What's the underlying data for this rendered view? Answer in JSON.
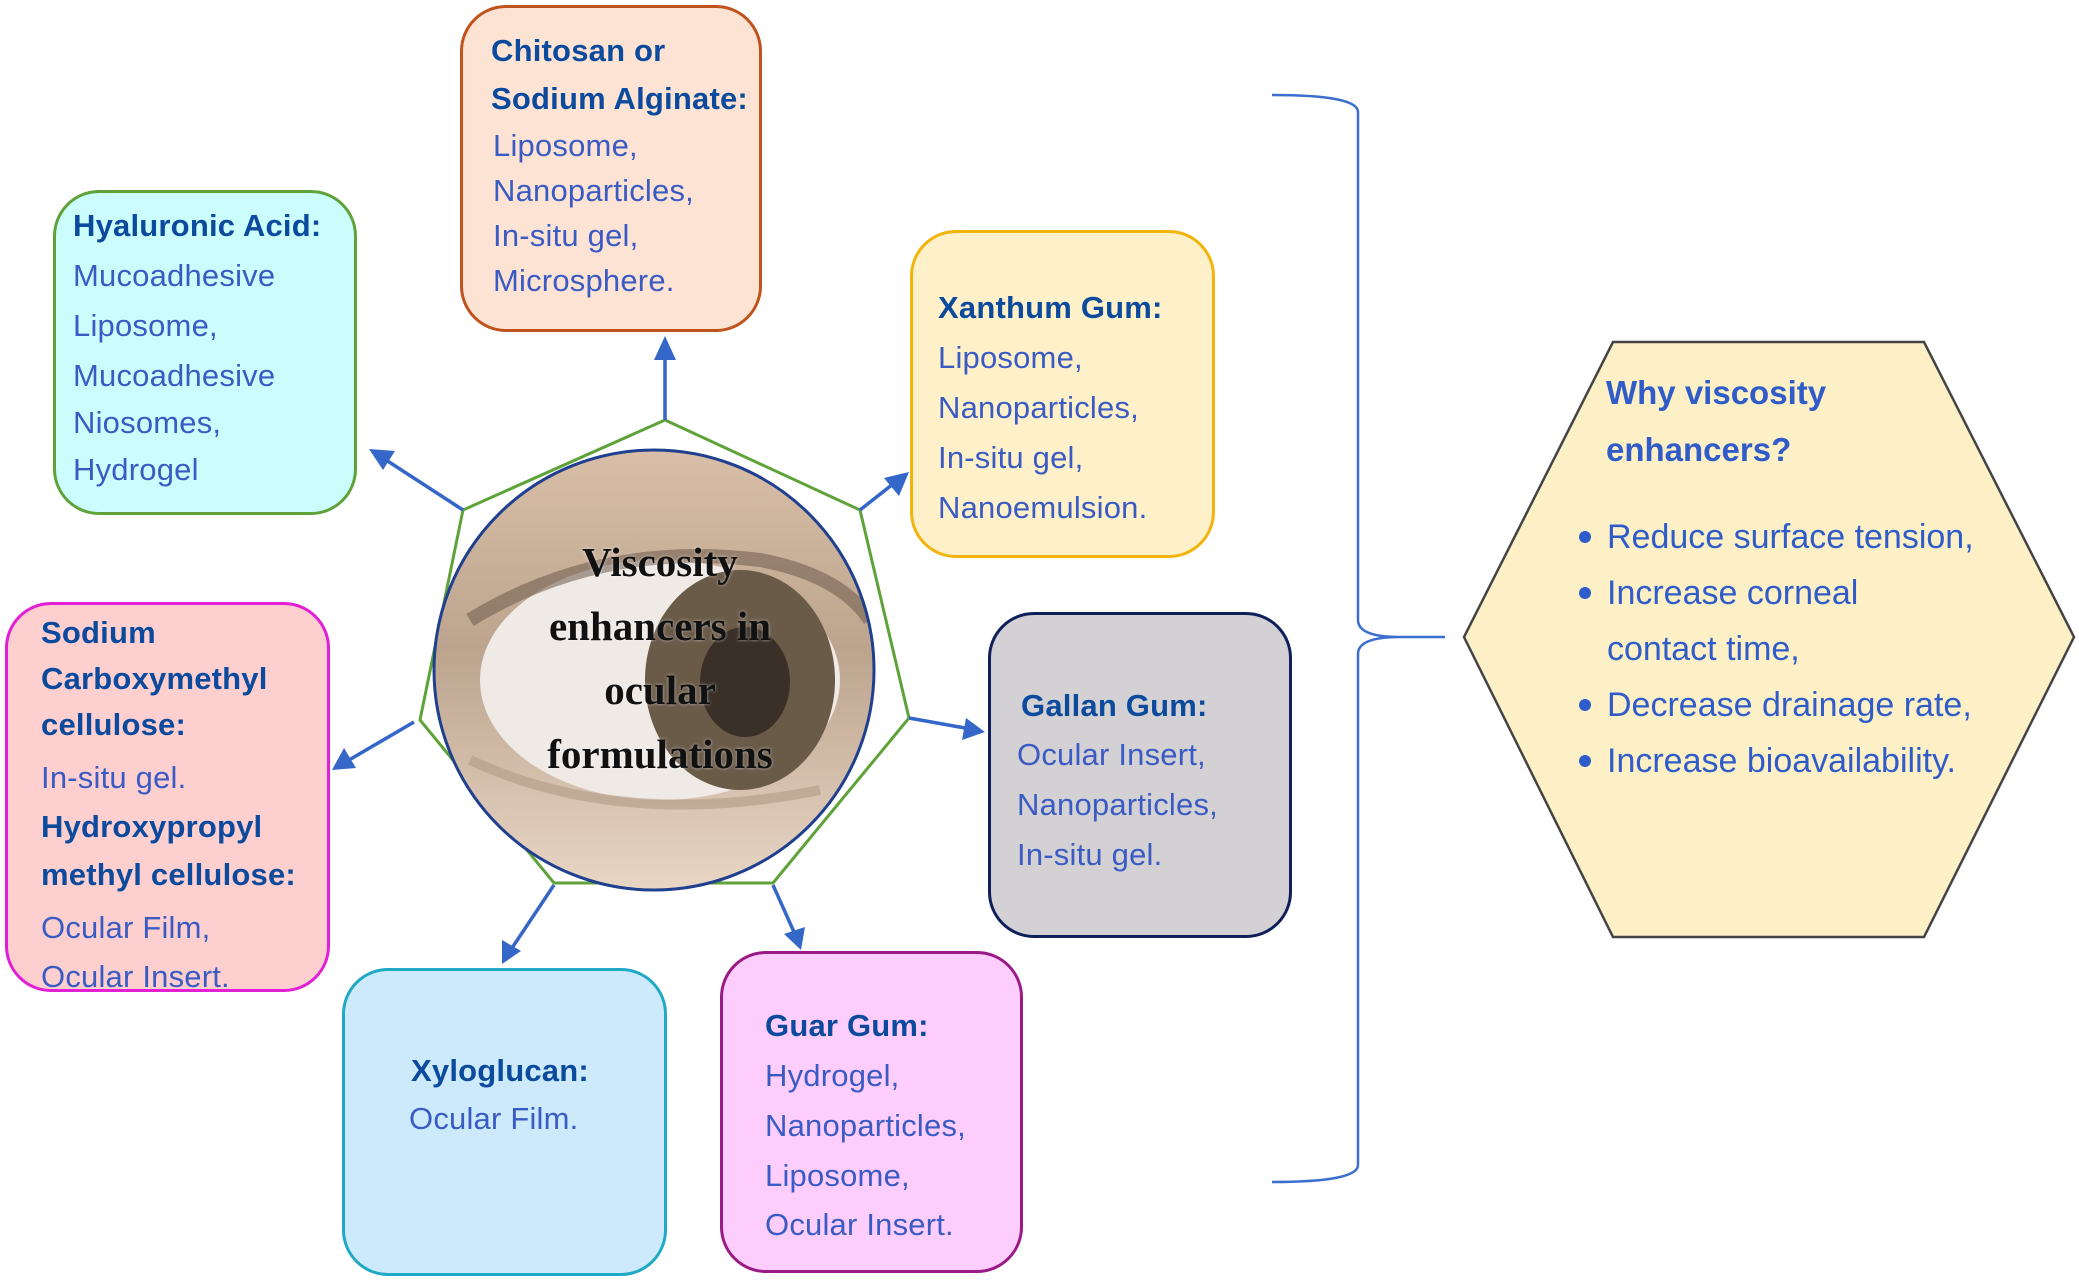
{
  "center": {
    "lines": [
      "Viscosity",
      "enhancers in",
      "ocular",
      "formulations"
    ]
  },
  "colors": {
    "arrow": "#3467c8",
    "heptagon": "#5fa23a",
    "circle_border": "#1f3f8f",
    "brace": "#3a6fd0",
    "title_text": "#0b4a9c",
    "body_text": "#3a5bc4",
    "hex_fill": "#fdefc6",
    "hex_border": "#444444"
  },
  "boxes": [
    {
      "id": "chitosan",
      "fill": "#fce3d3",
      "border": "#c0531b",
      "lines": [
        {
          "text": "Chitosan or",
          "bold": true
        },
        {
          "text": "Sodium Alginate:",
          "bold": true
        },
        {
          "text": "Liposome,",
          "bold": false
        },
        {
          "text": "Nanoparticles,",
          "bold": false
        },
        {
          "text": "In-situ gel,",
          "bold": false
        },
        {
          "text": "Microsphere.",
          "bold": false
        }
      ]
    },
    {
      "id": "hyaluronic",
      "fill": "#ccfdfd",
      "border": "#5fa23a",
      "lines": [
        {
          "text": "Hyaluronic Acid:",
          "bold": true
        },
        {
          "text": "Mucoadhesive",
          "bold": false
        },
        {
          "text": "Liposome,",
          "bold": false
        },
        {
          "text": "Mucoadhesive",
          "bold": false
        },
        {
          "text": "Niosomes,",
          "bold": false
        },
        {
          "text": "Hydrogel",
          "bold": false
        }
      ]
    },
    {
      "id": "xanthum",
      "fill": "#fef0c8",
      "border": "#f2b40c",
      "lines": [
        {
          "text": "Xanthum Gum:",
          "bold": true
        },
        {
          "text": "Liposome,",
          "bold": false
        },
        {
          "text": "Nanoparticles,",
          "bold": false
        },
        {
          "text": "In-situ gel,",
          "bold": false
        },
        {
          "text": "Nanoemulsion.",
          "bold": false
        }
      ]
    },
    {
      "id": "sodium-cmc",
      "fill": "#fdcfcf",
      "border": "#e21fd4",
      "lines": [
        {
          "text": "Sodium",
          "bold": true
        },
        {
          "text": "Carboxymethyl",
          "bold": true
        },
        {
          "text": "cellulose:",
          "bold": true
        },
        {
          "text": "In-situ gel.",
          "bold": false
        },
        {
          "text": "Hydroxypropyl",
          "bold": true
        },
        {
          "text": "methyl cellulose:",
          "bold": true
        },
        {
          "text": "Ocular Film,",
          "bold": false
        },
        {
          "text": "Ocular Insert.",
          "bold": false
        }
      ]
    },
    {
      "id": "gallan",
      "fill": "#d3d1d3",
      "border": "#0f1f5a",
      "lines": [
        {
          "text": "Gallan Gum:",
          "bold": true
        },
        {
          "text": "Ocular Insert,",
          "bold": false
        },
        {
          "text": "Nanoparticles,",
          "bold": false
        },
        {
          "text": "In-situ gel.",
          "bold": false
        }
      ]
    },
    {
      "id": "xyloglucan",
      "fill": "#cdeafc",
      "border": "#20a9c4",
      "lines": [
        {
          "text": "Xyloglucan:",
          "bold": true
        },
        {
          "text": "Ocular Film.",
          "bold": false
        }
      ]
    },
    {
      "id": "guar",
      "fill": "#fdcdfd",
      "border": "#9b1b86",
      "lines": [
        {
          "text": "Guar Gum:",
          "bold": true
        },
        {
          "text": "Hydrogel,",
          "bold": false
        },
        {
          "text": "Nanoparticles,",
          "bold": false
        },
        {
          "text": "Liposome,",
          "bold": false
        },
        {
          "text": "Ocular Insert.",
          "bold": false
        }
      ]
    }
  ],
  "why": {
    "title_lines": [
      "Why viscosity",
      "enhancers?"
    ],
    "items": [
      [
        "Reduce surface tension,"
      ],
      [
        "Increase corneal",
        "contact time,"
      ],
      [
        "Decrease drainage rate,"
      ],
      [
        "Increase bioavailability."
      ]
    ]
  }
}
